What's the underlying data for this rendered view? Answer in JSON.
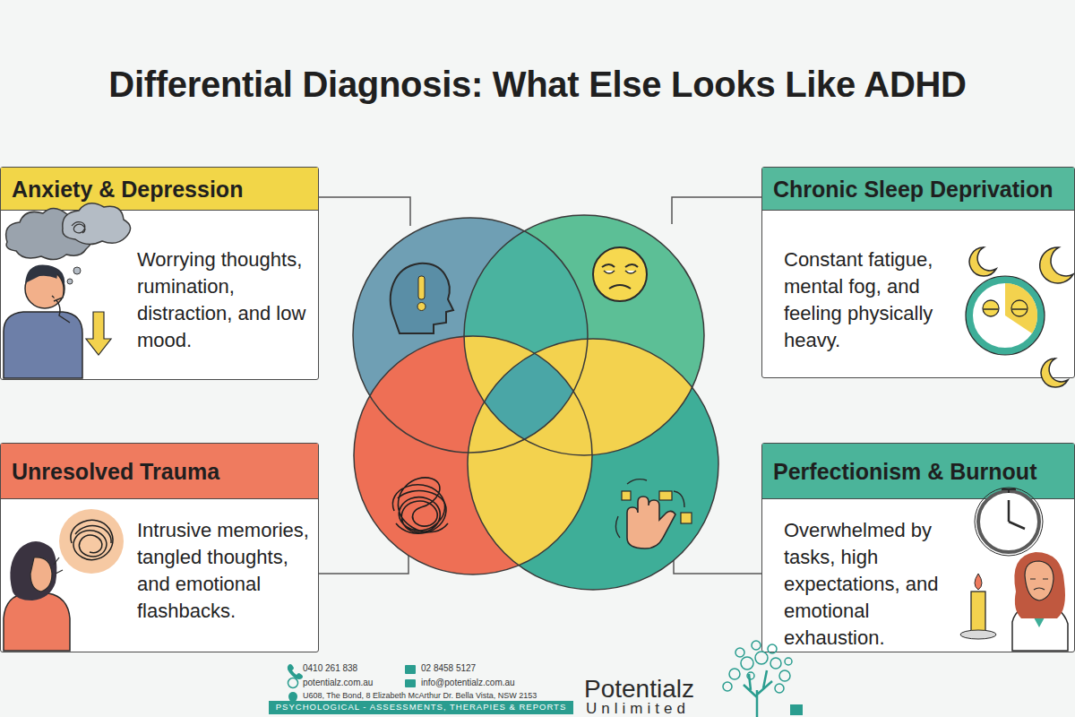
{
  "diagram": {
    "title": "Differential Diagnosis: What Else Looks Like ADHD",
    "nodes": [
      {
        "text": [
          "Anxiety & Depression",
          "Worrying thoughts, rumination, distraction, and low mood."
        ]
      },
      {
        "text": [
          "Chronic Sleep Deprivation",
          "Constant fatigue, mental fog, and feeling physically heavy."
        ]
      },
      {
        "text": [
          "Unresolved Trauma",
          "Intrusive memories, tangled thoughts, and emotional flashbacks."
        ]
      },
      {
        "text": [
          "Perfectionism & Burnout",
          "Overwhelmed by tasks, high expectations, and emotional exhaustion."
        ]
      }
    ],
    "labels": [
      "0410 261 838",
      "02 8458 5127",
      "potentialz.com.au",
      "info@potentialz.com.au",
      "U608, The Bond, 8 Elizabeth McArthur Dr. Bella Vista, NSW 2153",
      "PSYCHOLOGICAL - ASSESSMENTS, THERAPIES & REPORTS",
      "Potentialz",
      "Unlimited"
    ]
  }
}
